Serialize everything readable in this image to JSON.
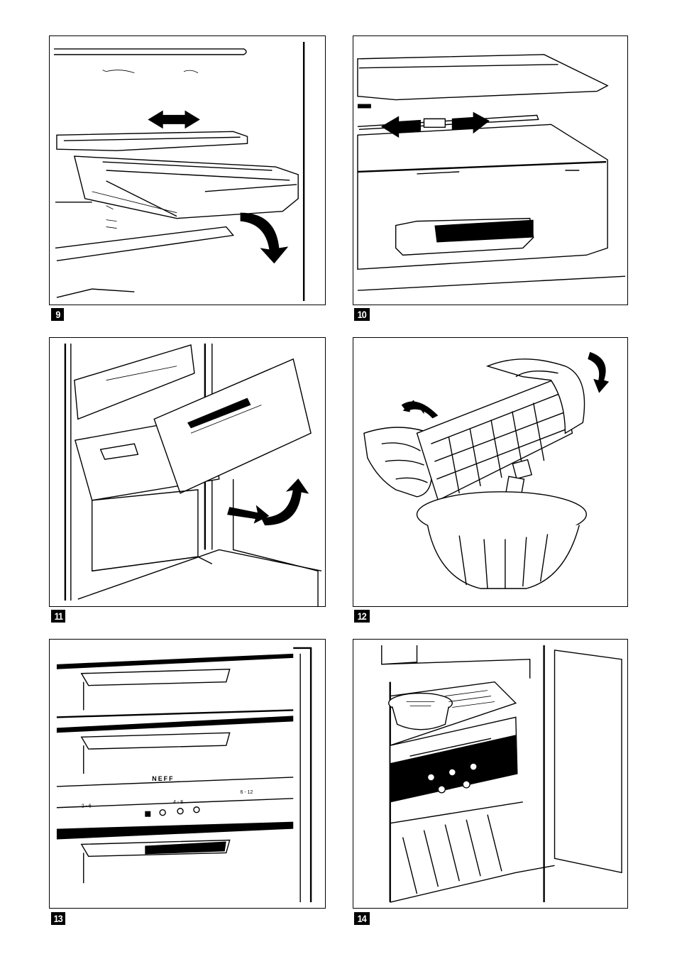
{
  "figures": [
    {
      "id": "fig9",
      "number": "9",
      "subject": "door-shelf-slide-and-tilt"
    },
    {
      "id": "fig10",
      "number": "10",
      "subject": "drawer-divider-slide"
    },
    {
      "id": "fig11",
      "number": "11",
      "subject": "freezer-drawer-removal"
    },
    {
      "id": "fig12",
      "number": "12",
      "subject": "ice-cube-tray-twist"
    },
    {
      "id": "fig13",
      "number": "13",
      "subject": "freezer-control-panel"
    },
    {
      "id": "fig14",
      "number": "14",
      "subject": "freezer-compartment-open"
    }
  ],
  "control_panel": {
    "brand": "NEFF",
    "range_left": "2 - 6",
    "range_middle": "4 - 8",
    "range_right": "6 - 12"
  },
  "colors": {
    "ink": "#000000",
    "paper": "#ffffff"
  }
}
